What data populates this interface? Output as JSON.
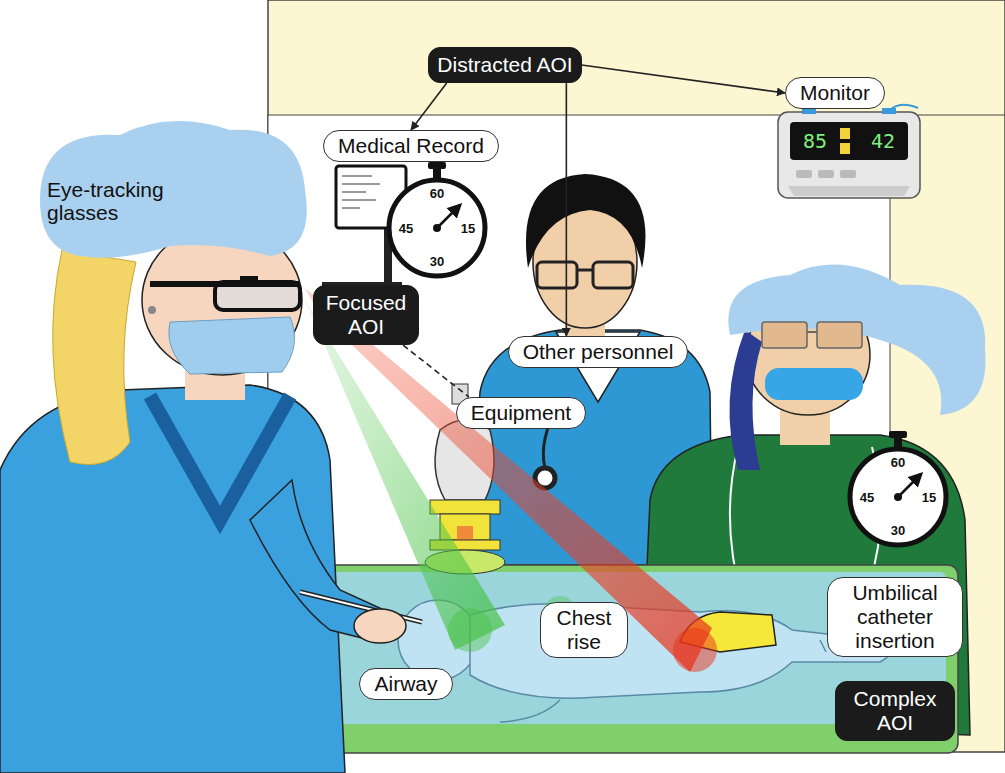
{
  "diagram": {
    "nodes": [
      {
        "text": [
          "Distracted AOI"
        ]
      },
      {
        "text": [
          "Monitor"
        ]
      },
      {
        "text": [
          "Medical Record"
        ]
      },
      {
        "text": [
          "Focused AOI"
        ]
      },
      {
        "text": [
          "Other personnel"
        ]
      },
      {
        "text": [
          "Equipment"
        ]
      },
      {
        "text": [
          "Chest rise"
        ]
      },
      {
        "text": [
          "Airway"
        ]
      },
      {
        "text": [
          "Umbilical catheter insertion"
        ]
      },
      {
        "text": [
          "Complex AOI"
        ]
      }
    ],
    "edges": [
      {
        "from": 0,
        "to": 2,
        "arrow": "to"
      },
      {
        "from": 0,
        "to": 1,
        "arrow": "to"
      },
      {
        "from": 0,
        "to": 4,
        "arrow": "to"
      },
      {
        "from": 3,
        "to": 5,
        "arrow": "none"
      }
    ],
    "labels": [
      "Eye-tracking glasses",
      "60",
      "15",
      "30",
      "45",
      "60",
      "15",
      "30",
      "45",
      "85",
      "42"
    ]
  }
}
